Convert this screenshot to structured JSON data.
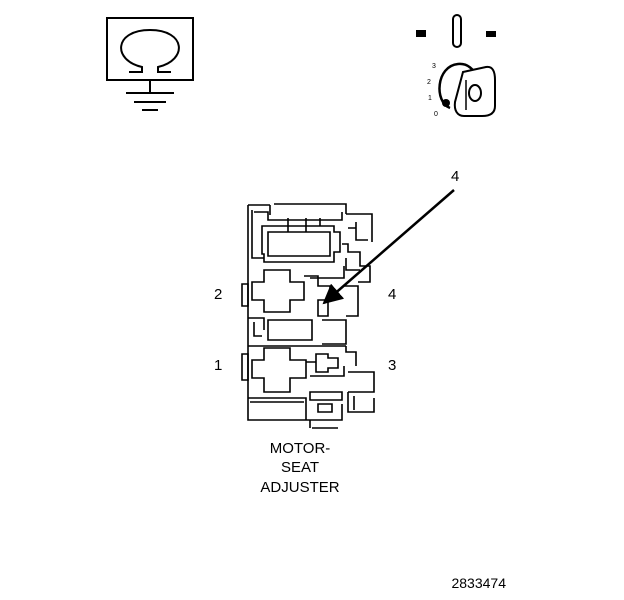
{
  "diagram": {
    "ground_symbol": {
      "icon": "ohm-ground-icon"
    },
    "ignition_switch": {
      "icon": "ignition-key-icon",
      "positions": [
        "3",
        "2",
        "1",
        "0"
      ]
    },
    "connector": {
      "pin_labels": {
        "p1": "1",
        "p2": "2",
        "p3": "3",
        "p4": "4"
      },
      "callout_label": "4"
    },
    "caption": [
      "MOTOR-",
      "SEAT",
      "ADJUSTER"
    ],
    "figure_number": "2833474"
  }
}
